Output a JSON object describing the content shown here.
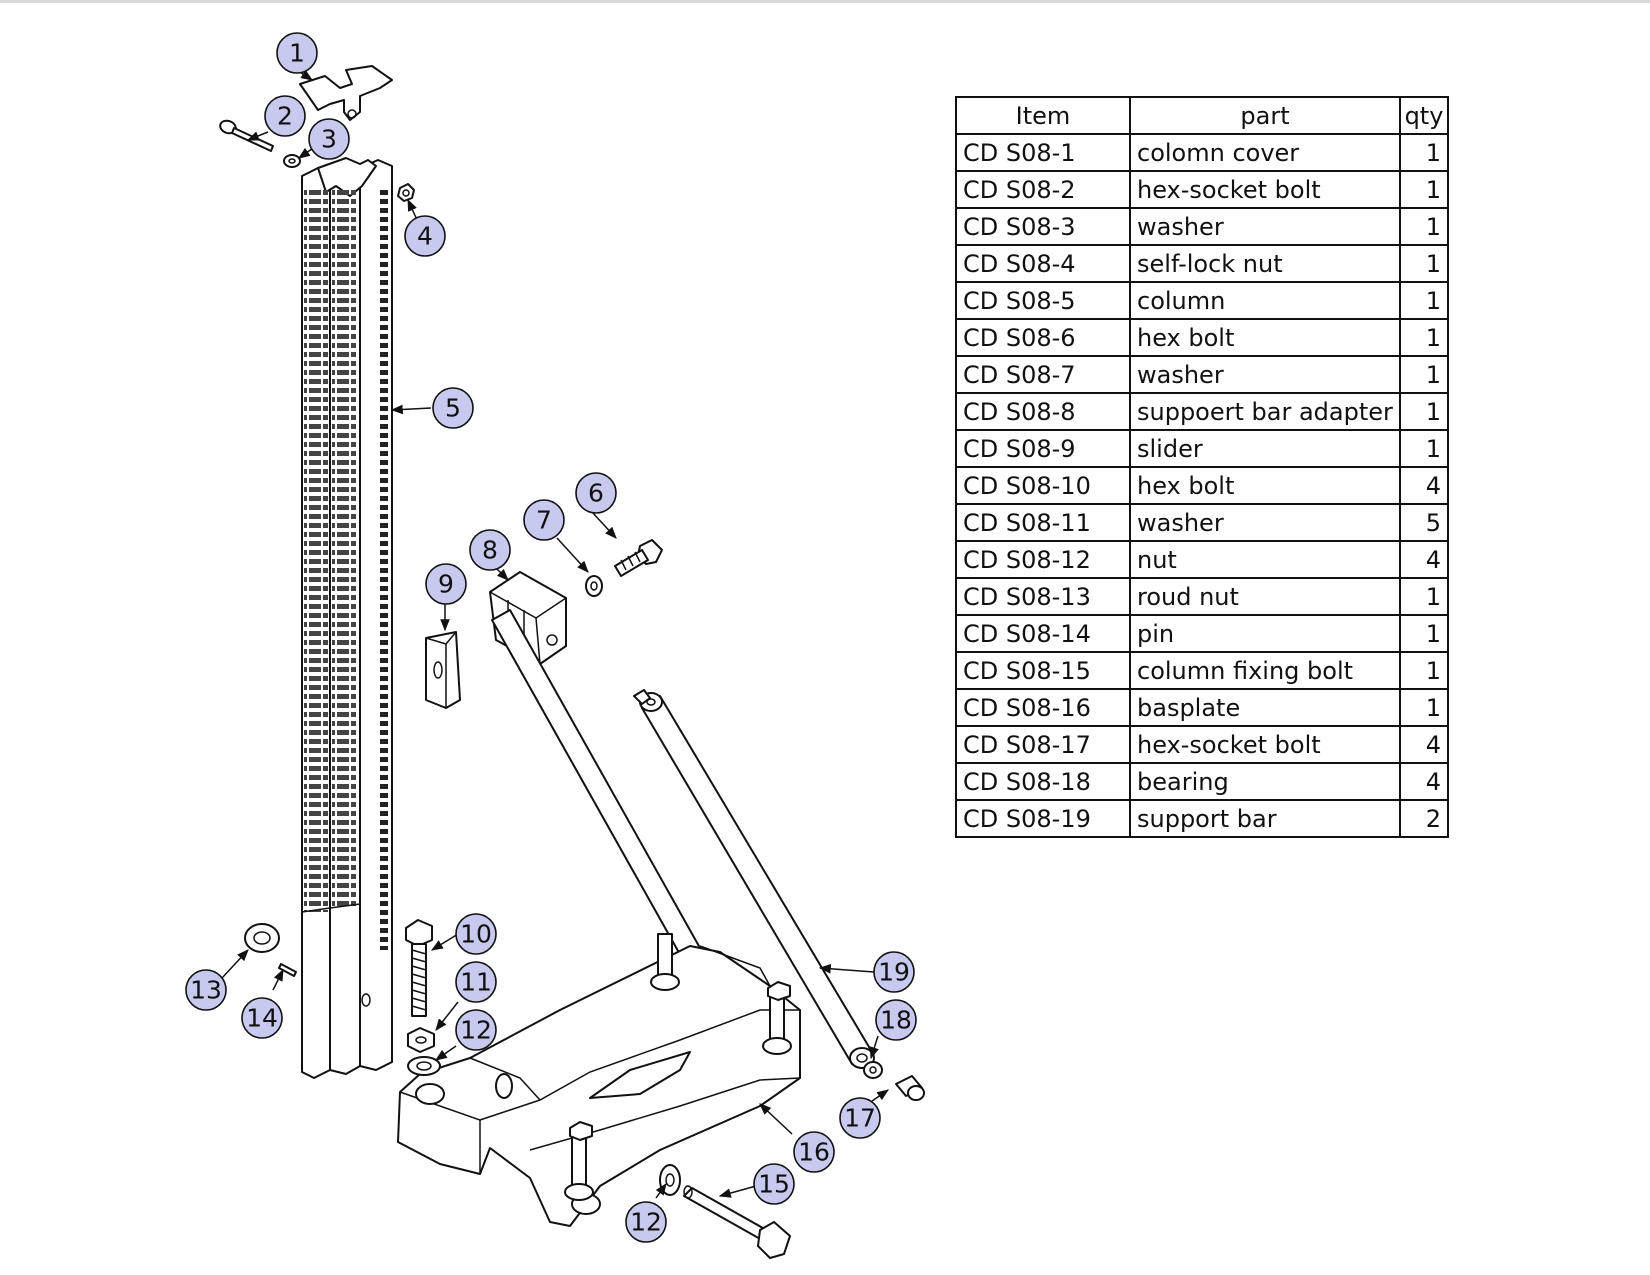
{
  "table": {
    "headers": {
      "item": "Item",
      "part": "part",
      "qty": "qty"
    },
    "rows": [
      {
        "item": "CD S08-1",
        "part": "colomn cover",
        "qty": "1"
      },
      {
        "item": "CD S08-2",
        "part": "hex-socket bolt",
        "qty": "1"
      },
      {
        "item": "CD S08-3",
        "part": "washer",
        "qty": "1"
      },
      {
        "item": "CD S08-4",
        "part": "self-lock nut",
        "qty": "1"
      },
      {
        "item": "CD S08-5",
        "part": "column",
        "qty": "1"
      },
      {
        "item": "CD S08-6",
        "part": "hex bolt",
        "qty": "1"
      },
      {
        "item": "CD S08-7",
        "part": "washer",
        "qty": "1"
      },
      {
        "item": "CD S08-8",
        "part": "suppoert bar adapter",
        "qty": "1"
      },
      {
        "item": "CD S08-9",
        "part": "slider",
        "qty": "1"
      },
      {
        "item": "CD S08-10",
        "part": "hex bolt",
        "qty": "4"
      },
      {
        "item": "CD S08-11",
        "part": "washer",
        "qty": "5"
      },
      {
        "item": "CD S08-12",
        "part": "nut",
        "qty": "4"
      },
      {
        "item": "CD S08-13",
        "part": "roud nut",
        "qty": "1"
      },
      {
        "item": "CD S08-14",
        "part": "pin",
        "qty": "1"
      },
      {
        "item": "CD S08-15",
        "part": "column fixing bolt",
        "qty": "1"
      },
      {
        "item": "CD S08-16",
        "part": "basplate",
        "qty": "1"
      },
      {
        "item": "CD S08-17",
        "part": "hex-socket bolt",
        "qty": "4"
      },
      {
        "item": "CD S08-18",
        "part": "bearing",
        "qty": "4"
      },
      {
        "item": "CD S08-19",
        "part": "support bar",
        "qty": "2"
      }
    ]
  },
  "callouts": [
    "1",
    "2",
    "3",
    "4",
    "5",
    "6",
    "7",
    "8",
    "9",
    "10",
    "11",
    "12",
    "13",
    "14",
    "12",
    "15",
    "16",
    "17",
    "18",
    "19"
  ],
  "colors": {
    "callout_fill": "#c7c9ef",
    "line": "#111111",
    "background": "#ffffff"
  }
}
